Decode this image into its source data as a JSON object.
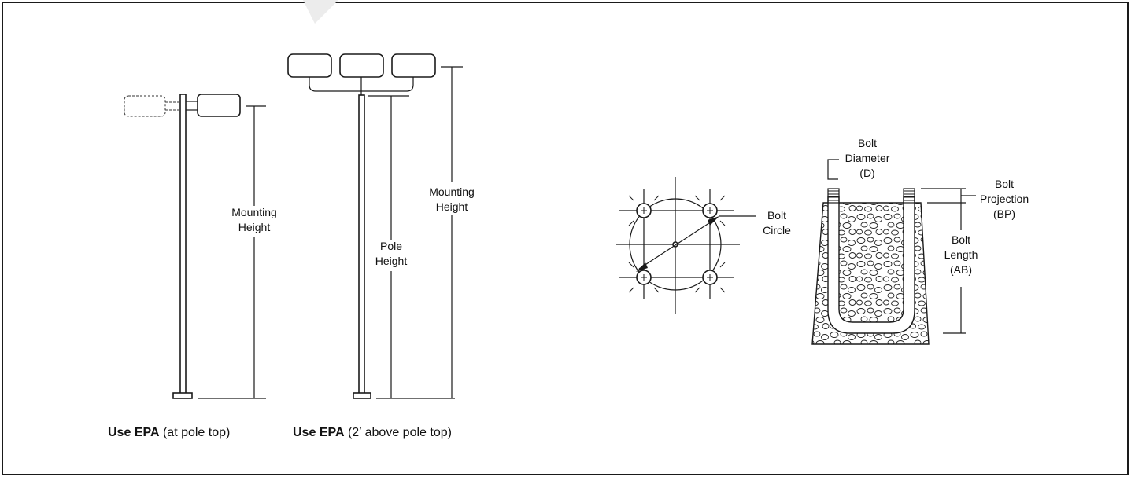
{
  "pole_single": {
    "mounting_height": [
      "Mounting",
      "Height"
    ],
    "caption_bold": "Use EPA",
    "caption_rest": " (at pole top)"
  },
  "pole_triple": {
    "pole_height": [
      "Pole",
      "Height"
    ],
    "mounting_height": [
      "Mounting",
      "Height"
    ],
    "caption_bold": "Use EPA",
    "caption_rest": " (2′ above pole top)"
  },
  "bolt_circle": {
    "label": [
      "Bolt",
      "Circle"
    ]
  },
  "anchor_bolt": {
    "diameter": [
      "Bolt",
      "Diameter",
      "(D)"
    ],
    "projection": [
      "Bolt",
      "Projection",
      "(BP)"
    ],
    "length": [
      "Bolt",
      "Length",
      "(AB)"
    ]
  }
}
